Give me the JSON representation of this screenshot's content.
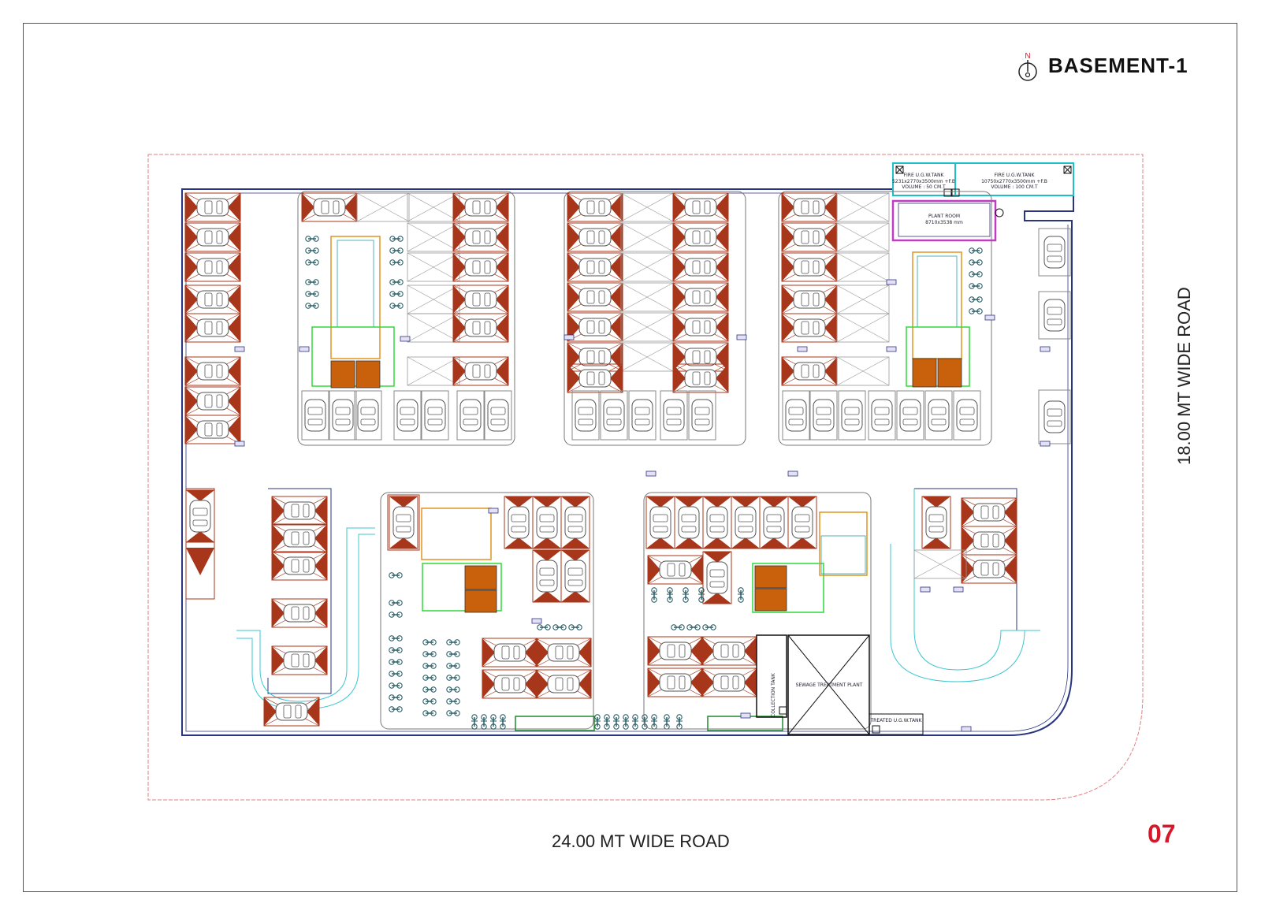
{
  "sheet": {
    "title": "BASEMENT-1",
    "north_label": "N",
    "page_number": "07",
    "road_bottom": "24.00 MT WIDE ROAD",
    "road_right": "18.00 MT WIDE ROAD"
  },
  "rooms": {
    "fire_tank_1": {
      "line1": "FIRE U.G.W.TANK",
      "line2": "5231x2770x3500mm +F.B",
      "line3": "VOLUME : 50 CM.T"
    },
    "fire_tank_2": {
      "line1": "FIRE U.G.W.TANK",
      "line2": "10750x2770x3500mm +F.B",
      "line3": "VOLUME : 100 CM.T"
    },
    "plant_room": {
      "line1": "PLANT ROOM",
      "line2": "8710x3538 mm"
    },
    "sewage_plant": "SEWAGE TREATMENT PLANT",
    "collection_tank": "COLLECTION TANK",
    "treated_tank": "TREATED U.G.W.TANK"
  },
  "colors": {
    "site_boundary": "#e08080",
    "wall": "#2a3580",
    "parking_fill": "#a8361a",
    "lift": "#c8600c",
    "tank_outline": "#1fbfc9",
    "plant_room": "#c23cc2",
    "ramp": "#3dc7cf",
    "landscape": "#1e8a30",
    "accent_red": "#d8182a"
  }
}
